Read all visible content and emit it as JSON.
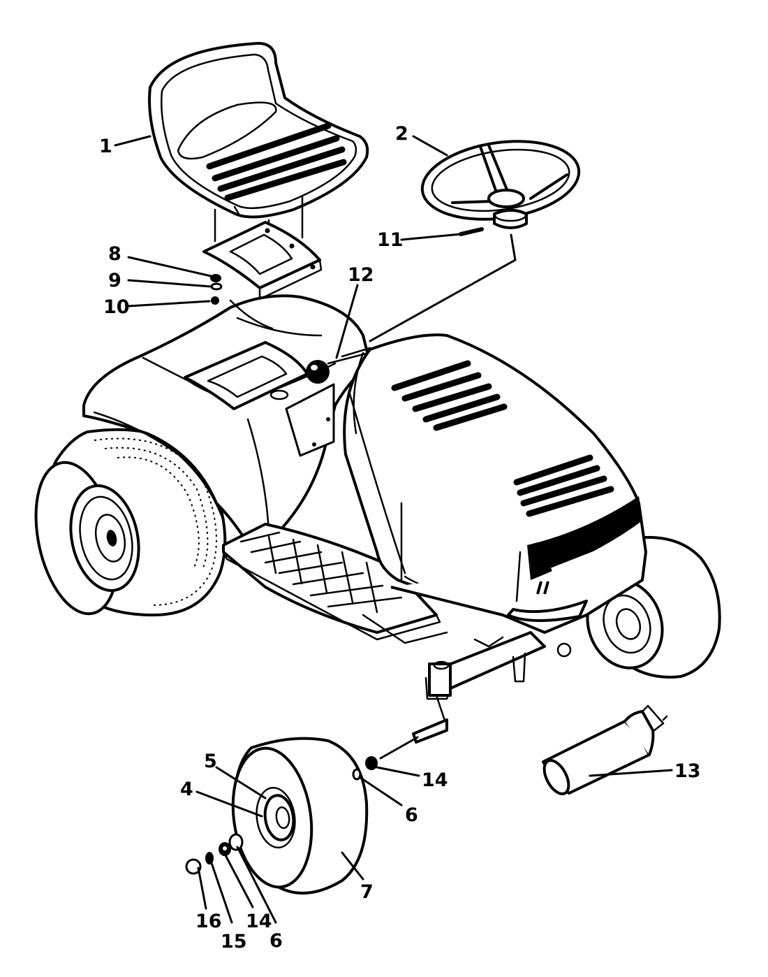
{
  "callouts": [
    {
      "id": "c1",
      "text": "1"
    },
    {
      "id": "c2",
      "text": "2"
    },
    {
      "id": "c4",
      "text": "4"
    },
    {
      "id": "c5",
      "text": "5"
    },
    {
      "id": "c6a",
      "text": "6"
    },
    {
      "id": "c6b",
      "text": "6"
    },
    {
      "id": "c7",
      "text": "7"
    },
    {
      "id": "c8",
      "text": "8"
    },
    {
      "id": "c9",
      "text": "9"
    },
    {
      "id": "c10",
      "text": "10"
    },
    {
      "id": "c11",
      "text": "11"
    },
    {
      "id": "c12",
      "text": "12"
    },
    {
      "id": "c13",
      "text": "13"
    },
    {
      "id": "c14a",
      "text": "14"
    },
    {
      "id": "c14b",
      "text": "14"
    },
    {
      "id": "c15",
      "text": "15"
    },
    {
      "id": "c16",
      "text": "16"
    }
  ]
}
